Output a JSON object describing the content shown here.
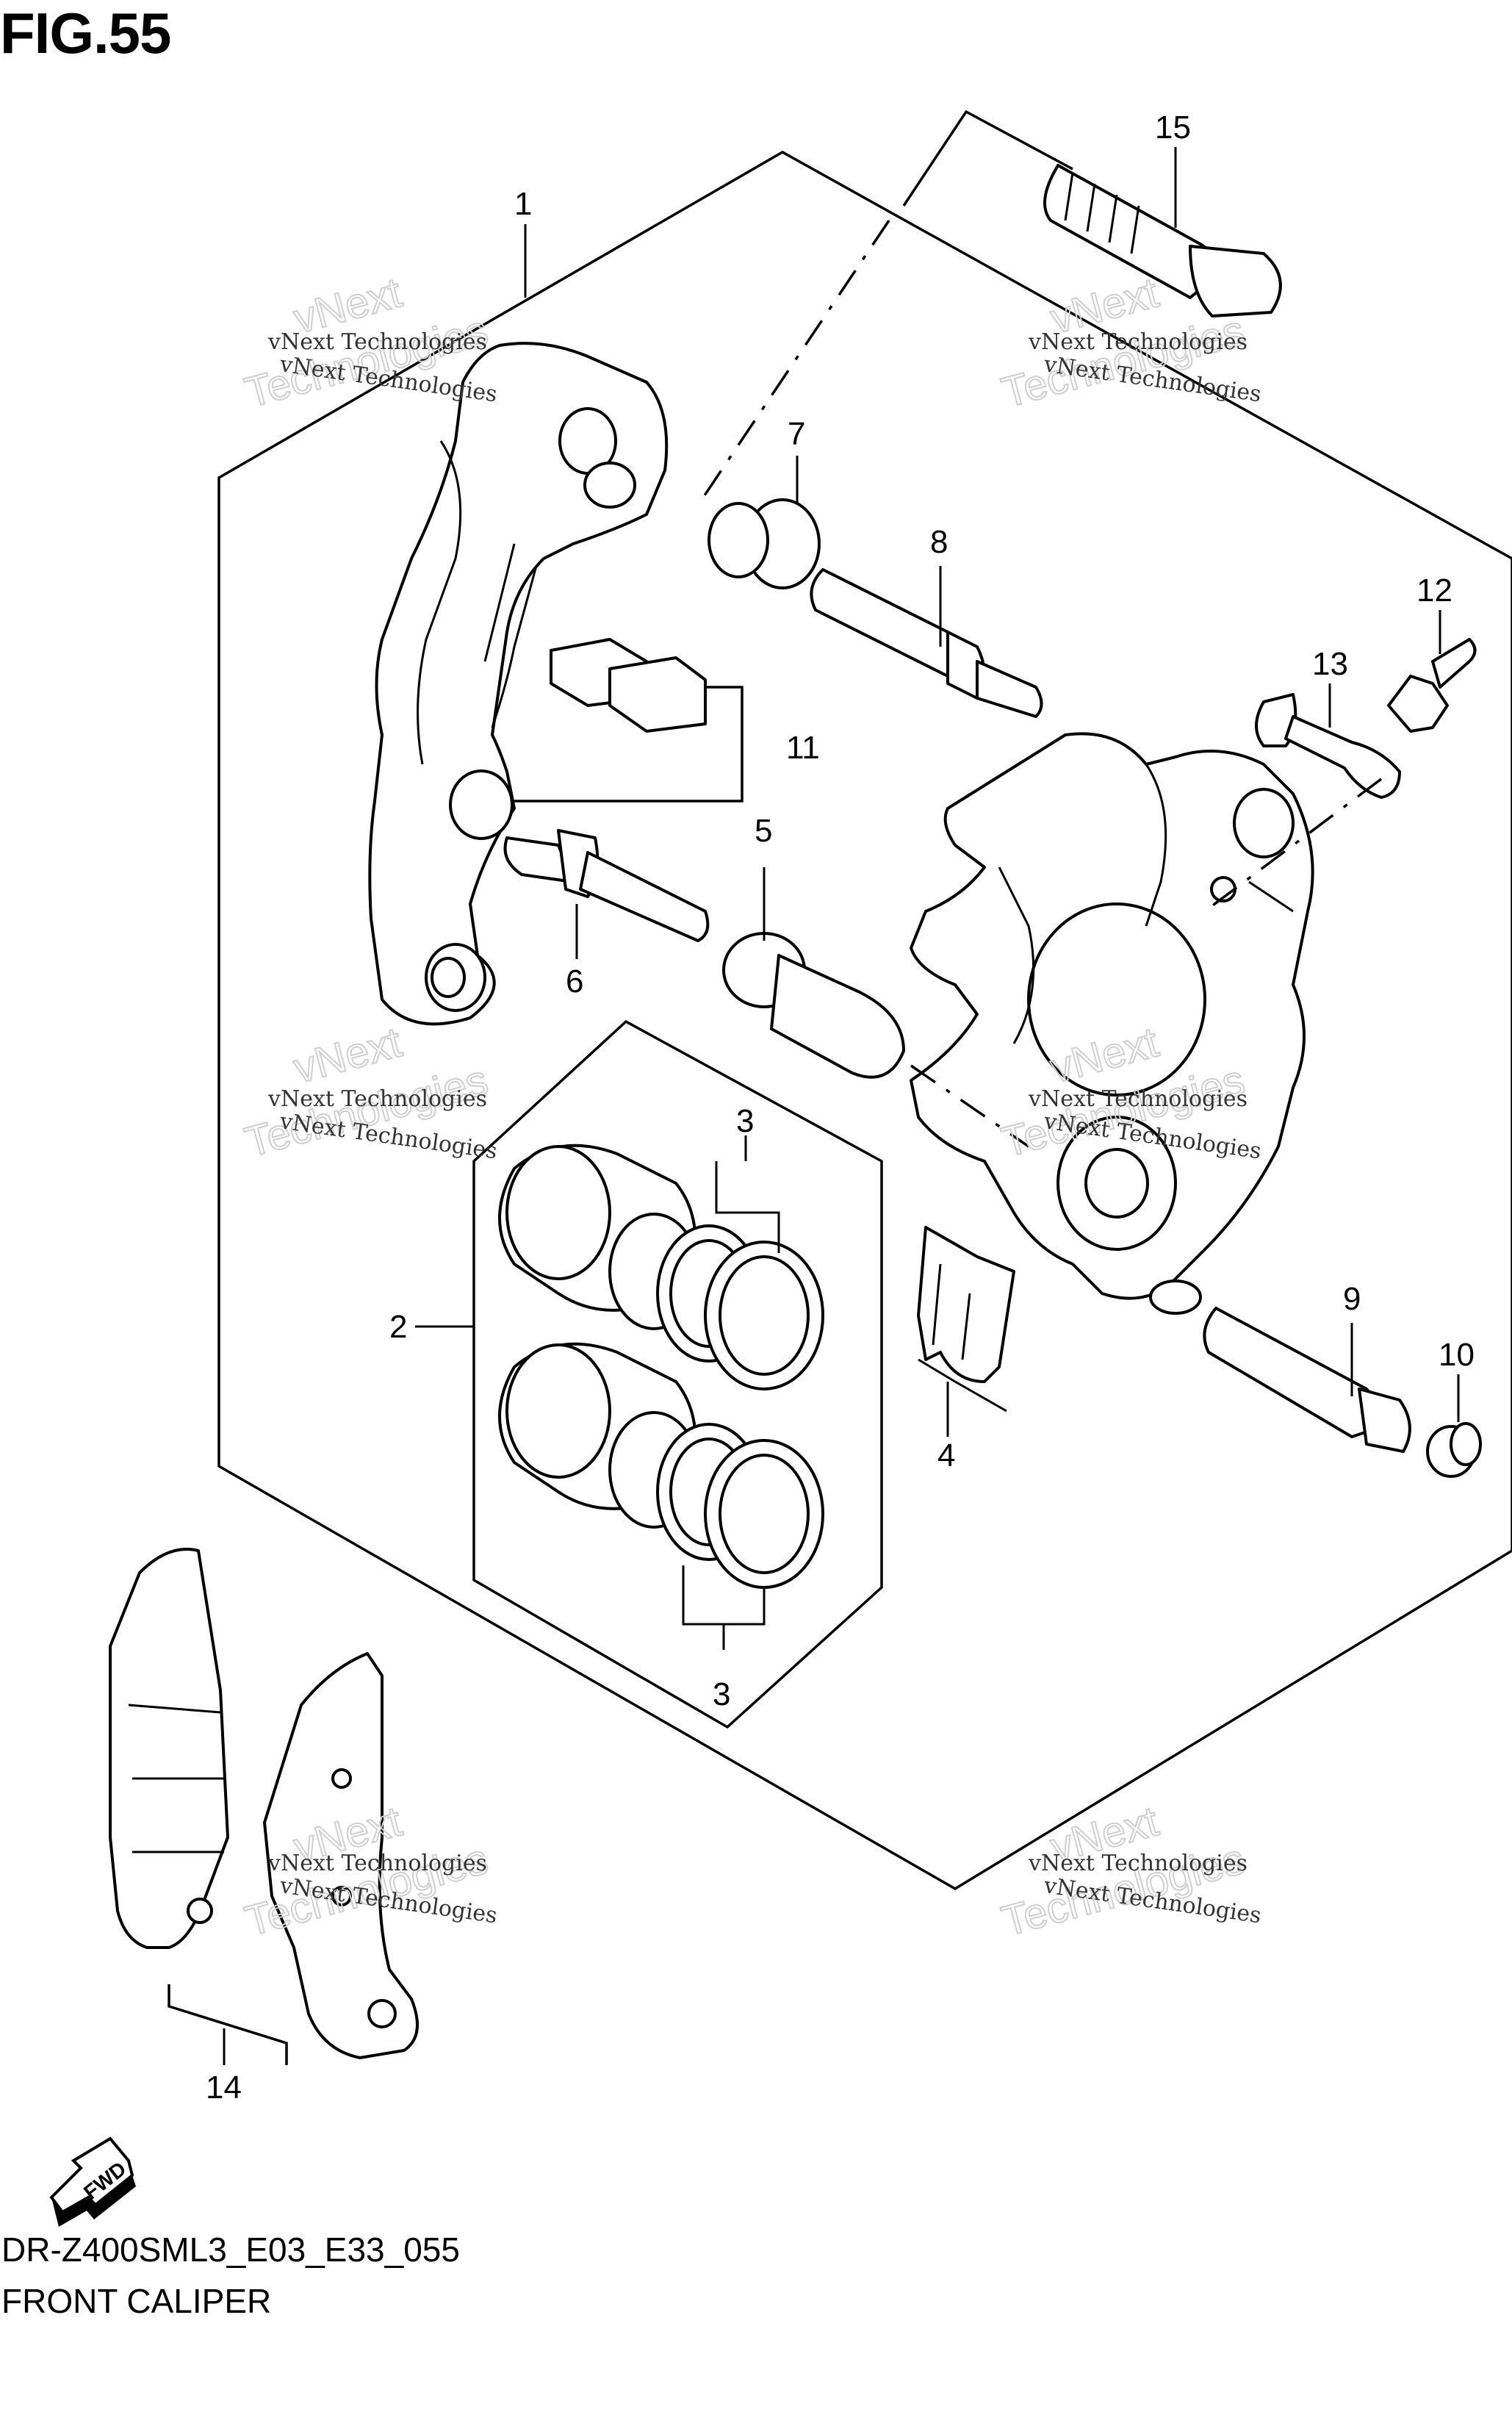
{
  "figure": {
    "title": "FIG.55",
    "code": "DR-Z400SML3_E03_E33_055",
    "name": "FRONT CALIPER"
  },
  "callouts": [
    {
      "id": "1",
      "label": "1"
    },
    {
      "id": "2",
      "label": "2"
    },
    {
      "id": "3a",
      "label": "3"
    },
    {
      "id": "3b",
      "label": "3"
    },
    {
      "id": "4",
      "label": "4"
    },
    {
      "id": "5",
      "label": "5"
    },
    {
      "id": "6",
      "label": "6"
    },
    {
      "id": "7",
      "label": "7"
    },
    {
      "id": "8",
      "label": "8"
    },
    {
      "id": "9",
      "label": "9"
    },
    {
      "id": "10",
      "label": "10"
    },
    {
      "id": "11",
      "label": "11"
    },
    {
      "id": "12",
      "label": "12"
    },
    {
      "id": "13",
      "label": "13"
    },
    {
      "id": "14",
      "label": "14"
    },
    {
      "id": "15",
      "label": "15"
    }
  ],
  "watermark": {
    "line1": "vNext Technologies",
    "line2": "Technologies",
    "line3": "vNext"
  },
  "fwd_label": "FWD"
}
